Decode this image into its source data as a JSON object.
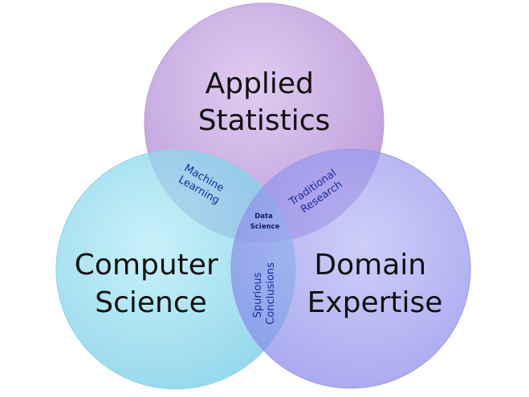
{
  "circles": {
    "statistics": {
      "line1": "Applied",
      "line2": "Statistics",
      "color": "#c7a9e0"
    },
    "computer_science": {
      "line1": "Computer",
      "line2": "Science",
      "color": "#8fd9ec"
    },
    "domain": {
      "line1": "Domain",
      "line2": "Expertise",
      "color": "#9b9cf0"
    }
  },
  "overlaps": {
    "machine_learning": {
      "line1": "Machine",
      "line2": "Learning"
    },
    "traditional_research": {
      "line1": "Traditional",
      "line2": "Research"
    },
    "spurious_conclusions": {
      "line1": "Spurious",
      "line2": "Conclusions"
    },
    "center": {
      "line1": "Data",
      "line2": "Science"
    }
  }
}
